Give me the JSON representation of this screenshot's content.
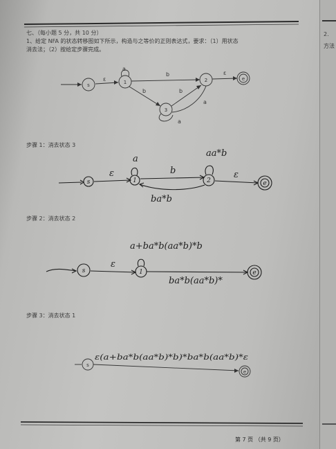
{
  "header": {
    "section": "七、（每小题 5 分，共 10 分）"
  },
  "question": {
    "line1": "1、给定 NFA 的状态转移图如下所示，构造与之等价的正则表达式，要求：（1）用状态",
    "line2": "消去法；（2）按给定步骤完成。"
  },
  "nfa_diagram": {
    "states": [
      "s",
      "1",
      "2",
      "3",
      "e"
    ],
    "labels": {
      "e1": "ε",
      "loop1": "a",
      "b12": "b",
      "b13": "b",
      "b32": "b",
      "a23": "a",
      "loop3": "a",
      "e2e": "ε"
    }
  },
  "step1": {
    "title": "步骤 1：消去状态 3",
    "states": [
      "s",
      "1",
      "2",
      "e"
    ],
    "loop1": "a",
    "b12": "b",
    "loop2": "aa*b",
    "e_s1": "ε",
    "e_2e": "ε",
    "back": "ba*b"
  },
  "step2": {
    "title": "步骤 2：消去状态 2",
    "states": [
      "s",
      "1",
      "e"
    ],
    "e_s1": "ε",
    "loop1": "a+ba*b(aa*b)*b",
    "edge": "ba*b(aa*b)*"
  },
  "step3": {
    "title": "步骤 3：消去状态 1",
    "states": [
      "s",
      "e"
    ],
    "edge": "ε(a+ba*b(aa*b)*b)*ba*b(aa*b)*ε"
  },
  "footer": {
    "page": "第 7 页 （共 9 页）"
  },
  "next_page": {
    "num": "2.",
    "text": "方法"
  }
}
